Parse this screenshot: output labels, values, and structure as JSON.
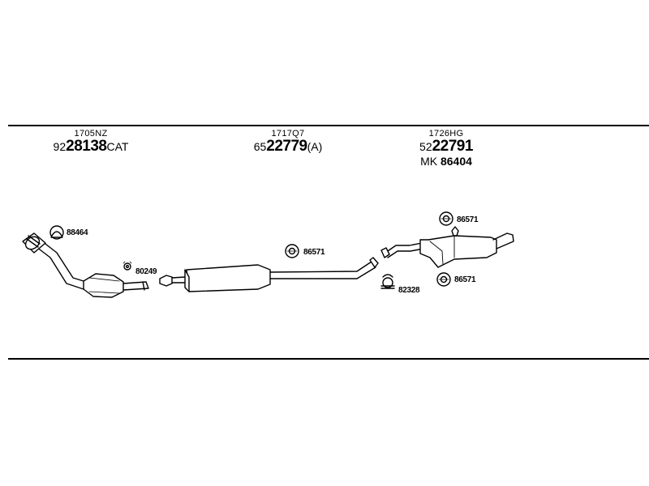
{
  "sections": [
    {
      "code": "1705NZ",
      "part_prefix": "92",
      "part_main": "28138",
      "part_suffix": "CAT"
    },
    {
      "code": "1717Q7",
      "part_prefix": "65",
      "part_main": "22779",
      "part_suffix": "(A)"
    },
    {
      "code": "1726HG",
      "part_prefix": "52",
      "part_main": "22791",
      "part_suffix": "",
      "mk_label": "MK",
      "mk_number": "86404"
    }
  ],
  "callouts": {
    "clamp_front": "88464",
    "gasket_front": "80249",
    "hanger_mid": "86571",
    "hanger_rear_top": "86571",
    "hanger_rear_bottom": "86571",
    "clamp_rear": "82328"
  }
}
